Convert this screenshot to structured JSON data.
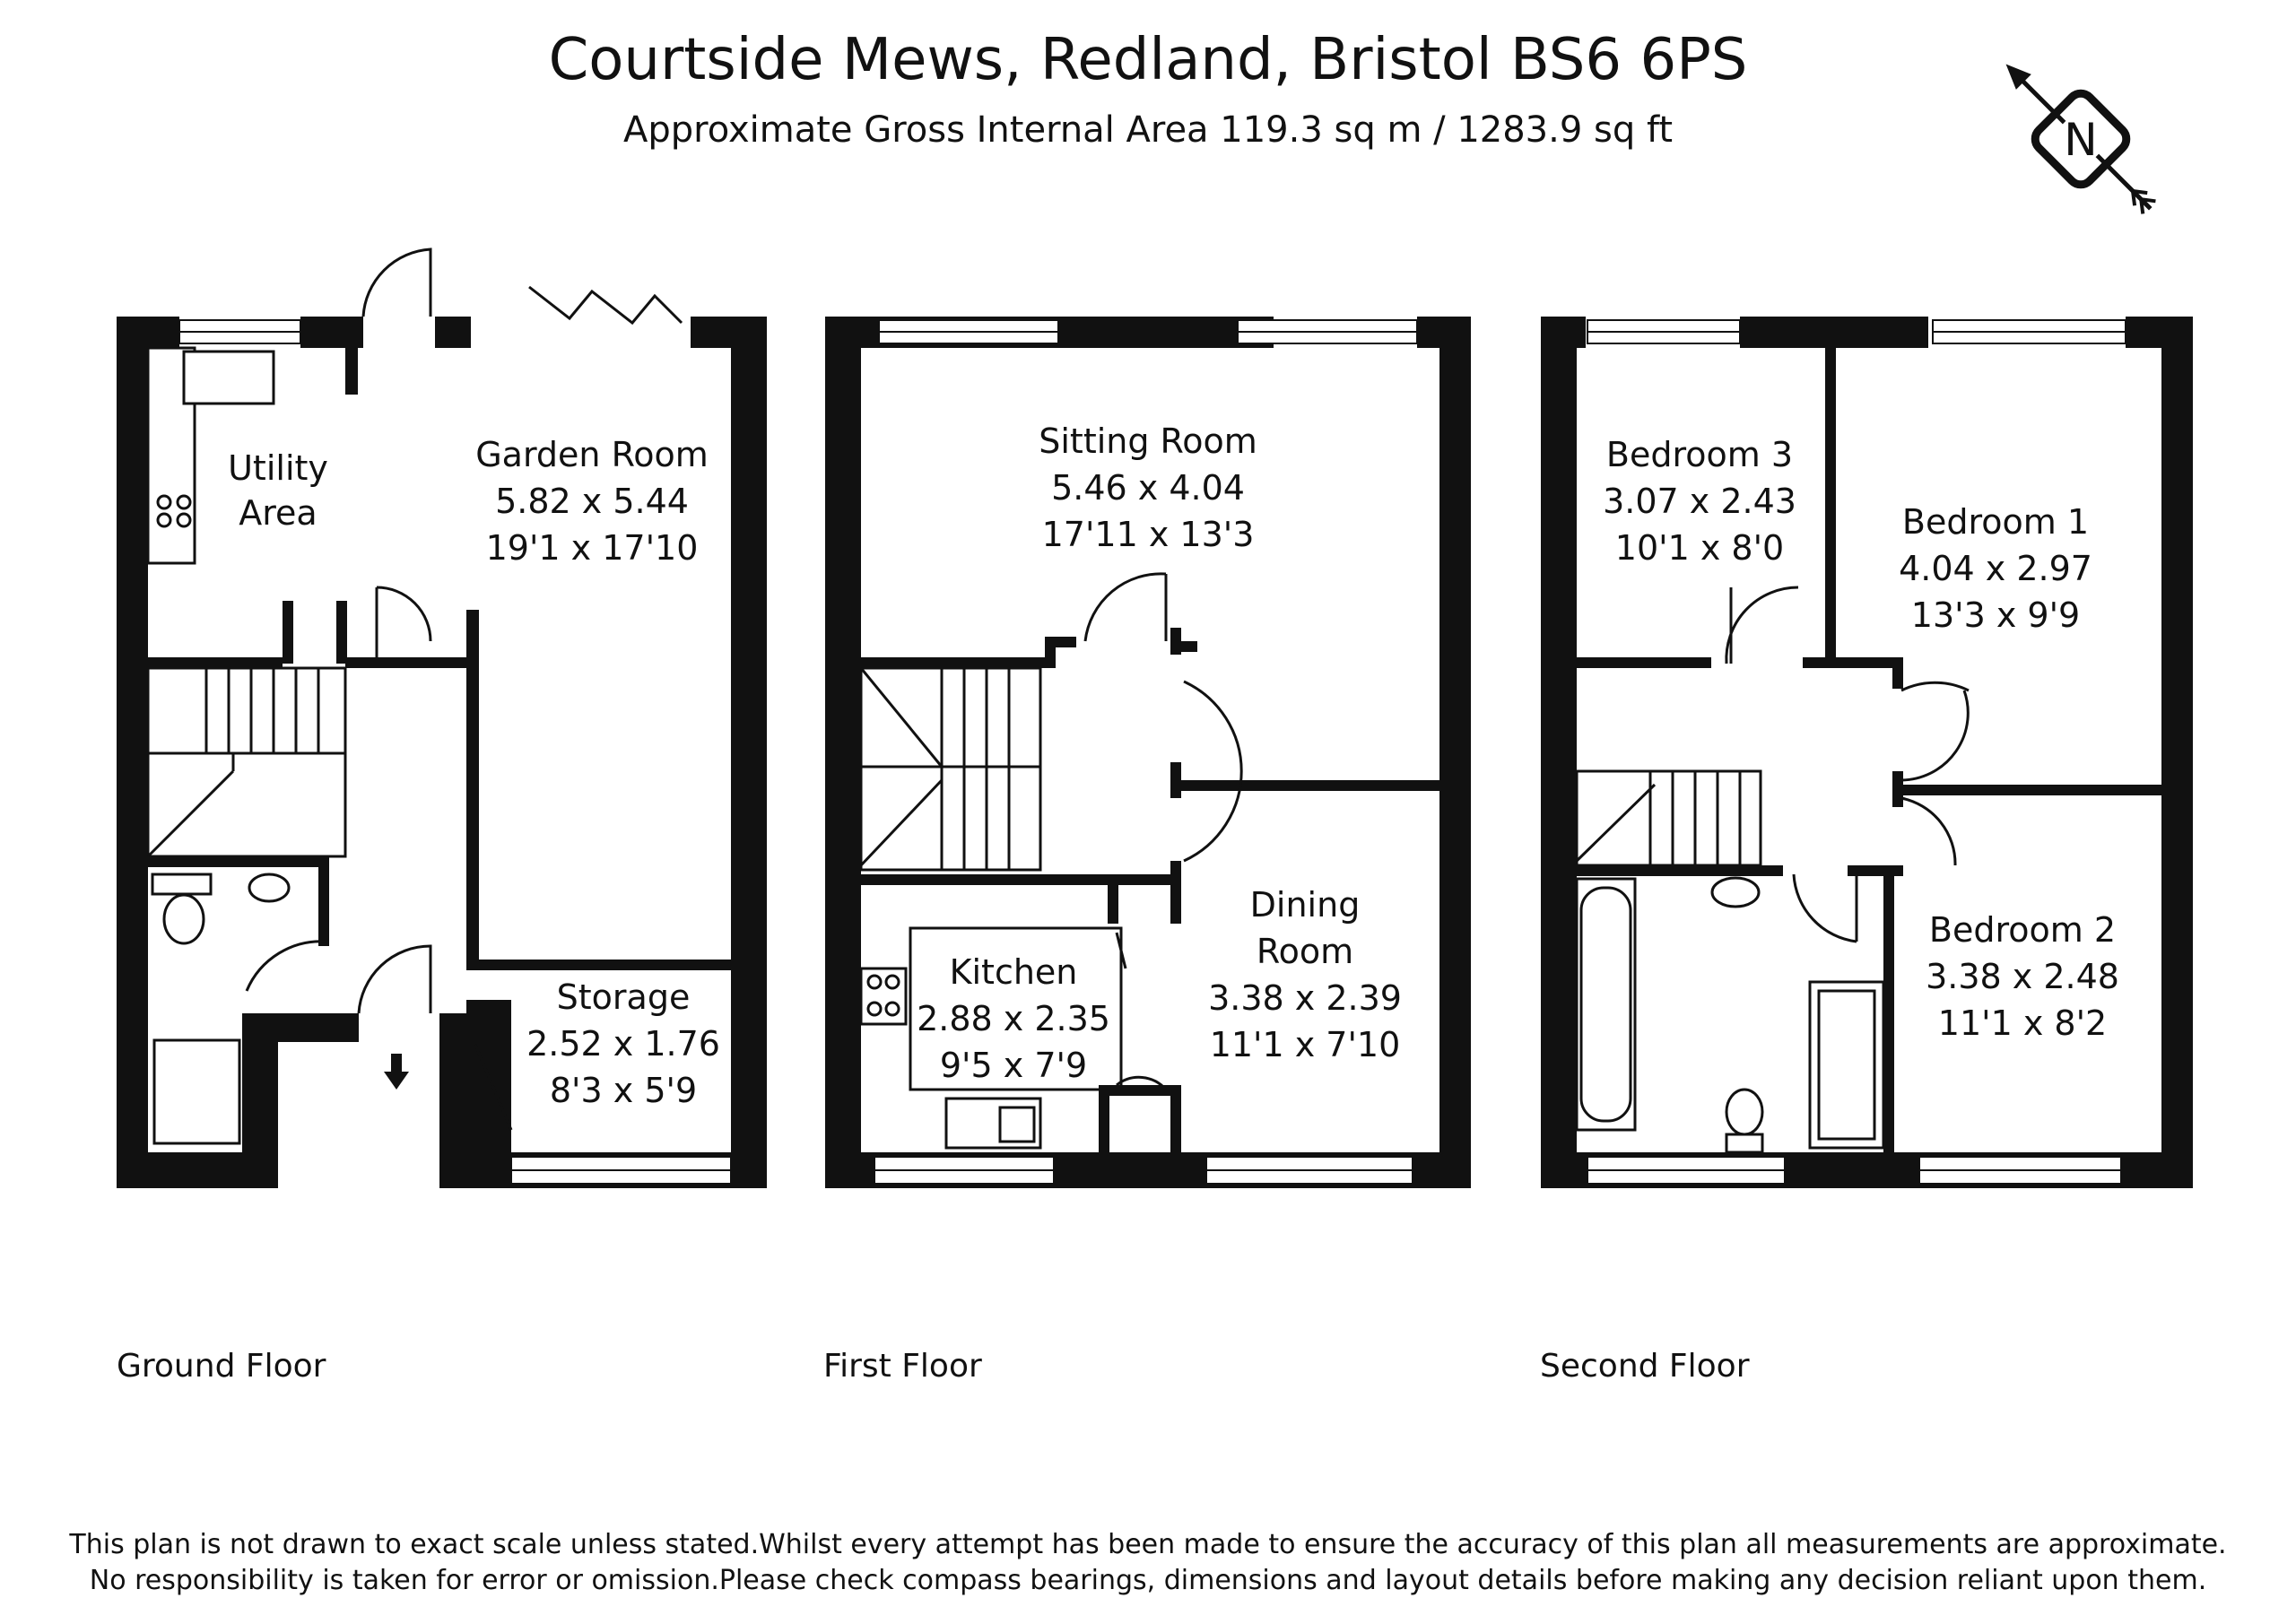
{
  "header": {
    "title": "Courtside Mews, Redland, Bristol BS6 6PS",
    "subtitle": "Approximate Gross Internal Area 119.3 sq m / 1283.9 sq ft"
  },
  "compass": {
    "icon": "north-compass-icon",
    "letter": "N"
  },
  "floors": [
    {
      "name": "Ground Floor",
      "rooms": [
        {
          "name_lines": [
            "Utility",
            "Area"
          ],
          "metric": "",
          "imperial": ""
        },
        {
          "name_lines": [
            "Garden Room"
          ],
          "metric": "5.82 x 5.44",
          "imperial": "19'1 x 17'10"
        },
        {
          "name_lines": [
            "Storage"
          ],
          "metric": "2.52 x 1.76",
          "imperial": "8'3 x 5'9"
        }
      ]
    },
    {
      "name": "First Floor",
      "rooms": [
        {
          "name_lines": [
            "Sitting Room"
          ],
          "metric": "5.46 x 4.04",
          "imperial": "17'11 x 13'3"
        },
        {
          "name_lines": [
            "Kitchen"
          ],
          "metric": "2.88 x 2.35",
          "imperial": "9'5 x 7'9"
        },
        {
          "name_lines": [
            "Dining",
            "Room"
          ],
          "metric": "3.38 x 2.39",
          "imperial": "11'1 x 7'10"
        }
      ]
    },
    {
      "name": "Second Floor",
      "rooms": [
        {
          "name_lines": [
            "Bedroom 3"
          ],
          "metric": "3.07 x 2.43",
          "imperial": "10'1 x 8'0"
        },
        {
          "name_lines": [
            "Bedroom 1"
          ],
          "metric": "4.04 x 2.97",
          "imperial": "13'3 x 9'9"
        },
        {
          "name_lines": [
            "Bedroom 2"
          ],
          "metric": "3.38 x 2.48",
          "imperial": "11'1 x 8'2"
        }
      ]
    }
  ],
  "disclaimer": {
    "line1": "This plan is not drawn to exact scale unless stated.Whilst every attempt has been made to ensure the accuracy of this plan all measurements are approximate.",
    "line2": "No responsibility is taken for error or omission.Please check compass bearings, dimensions and layout details before making any decision reliant upon them."
  },
  "colors": {
    "walls": "#111111",
    "background": "#ffffff"
  }
}
